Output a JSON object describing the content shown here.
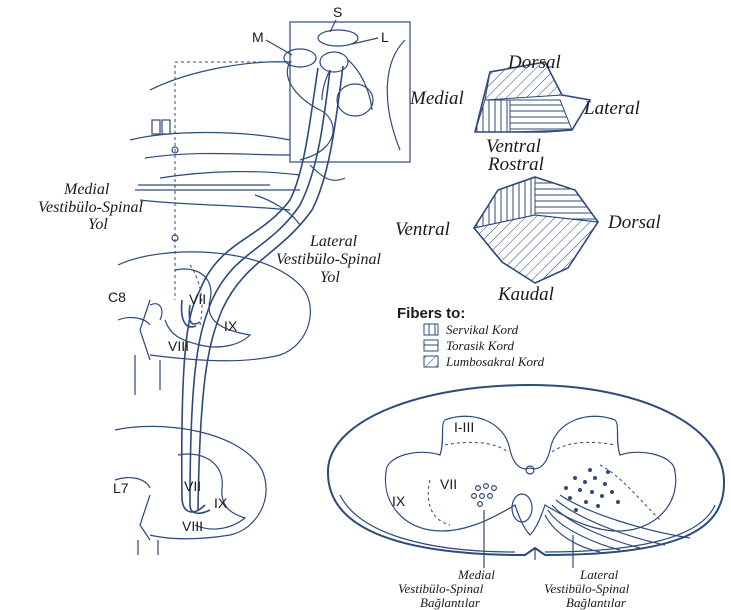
{
  "brainstem": {
    "nuclei": {
      "s": "S",
      "m": "M",
      "l": "L"
    },
    "medial": "Medial"
  },
  "cord_levels": {
    "c8": "C8",
    "l7": "L7"
  },
  "laminae": {
    "c8": [
      "VII",
      "IX",
      "VIII"
    ],
    "l7": [
      "VII",
      "IX",
      "VIII"
    ]
  },
  "tracts": {
    "medial": [
      "Medial",
      "Vestibülo-Spinal",
      "Yol"
    ],
    "lateral": [
      "Lateral",
      "Vestibülo-Spinal",
      "Yol"
    ]
  },
  "somatotopy_top": {
    "dorsal": "Dorsal",
    "lateral": "Lateral",
    "ventral": "Ventral"
  },
  "somatotopy_mid": {
    "rostral": "Rostral",
    "ventral": "Ventral",
    "dorsal": "Dorsal",
    "kaudal": "Kaudal"
  },
  "legend": {
    "title": "Fibers to:",
    "items": [
      "Servikal Kord",
      "Torasik Kord",
      "Lumbosakral Kord"
    ]
  },
  "cross_section": {
    "laminae": [
      "I-III",
      "VII",
      "IX"
    ],
    "medial_conn": [
      "Medial",
      "Vestibülo-Spinal",
      "Bağlantılar"
    ],
    "lateral_conn": [
      "Lateral",
      "Vestibülo-Spinal",
      "Bağlantılar"
    ]
  }
}
